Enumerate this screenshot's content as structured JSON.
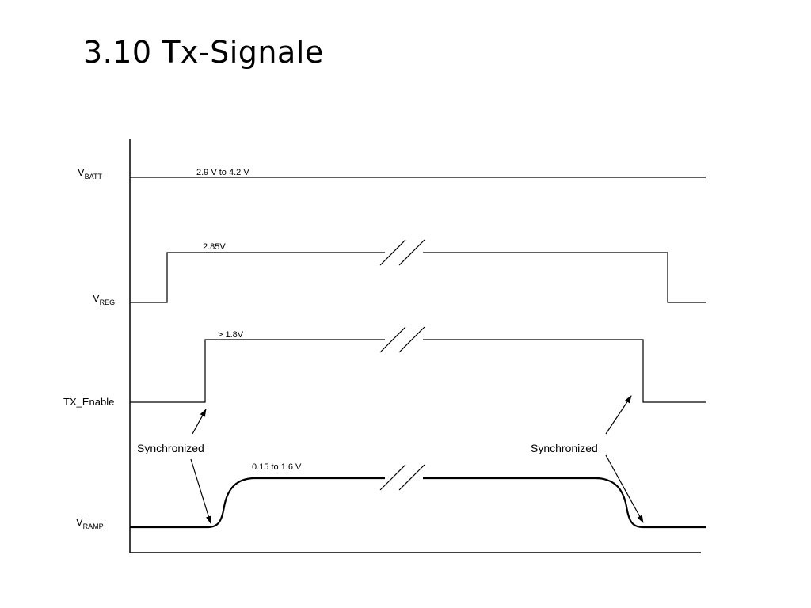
{
  "title": "3.10 Tx-Signale",
  "signals": {
    "vbatt": {
      "main": "V",
      "sub": "BATT",
      "value": "2.9 V to 4.2 V"
    },
    "vreg": {
      "main": "V",
      "sub": "REG",
      "value": "2.85V"
    },
    "tx_enable": {
      "label": "TX_Enable",
      "value": "> 1.8V"
    },
    "vramp": {
      "main": "V",
      "sub": "RAMP",
      "value": "0.15 to 1.6 V"
    }
  },
  "annotations": {
    "sync_left": "Synchronized",
    "sync_right": "Synchronized"
  }
}
